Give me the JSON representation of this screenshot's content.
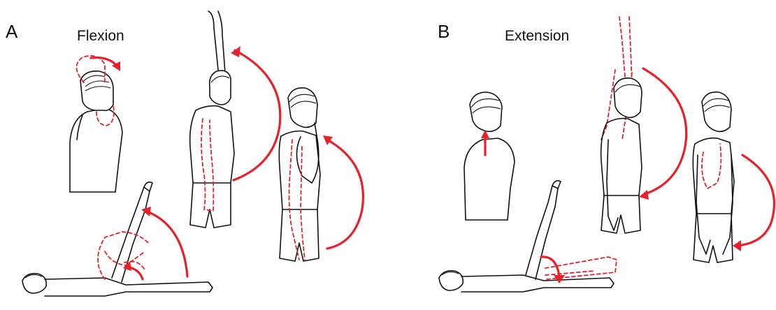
{
  "panels": [
    {
      "letter": "A",
      "title": "Flexion"
    },
    {
      "letter": "B",
      "title": "Extension"
    }
  ],
  "colors": {
    "motion": "#e8202a",
    "outline": "#111111",
    "background": "#ffffff"
  }
}
